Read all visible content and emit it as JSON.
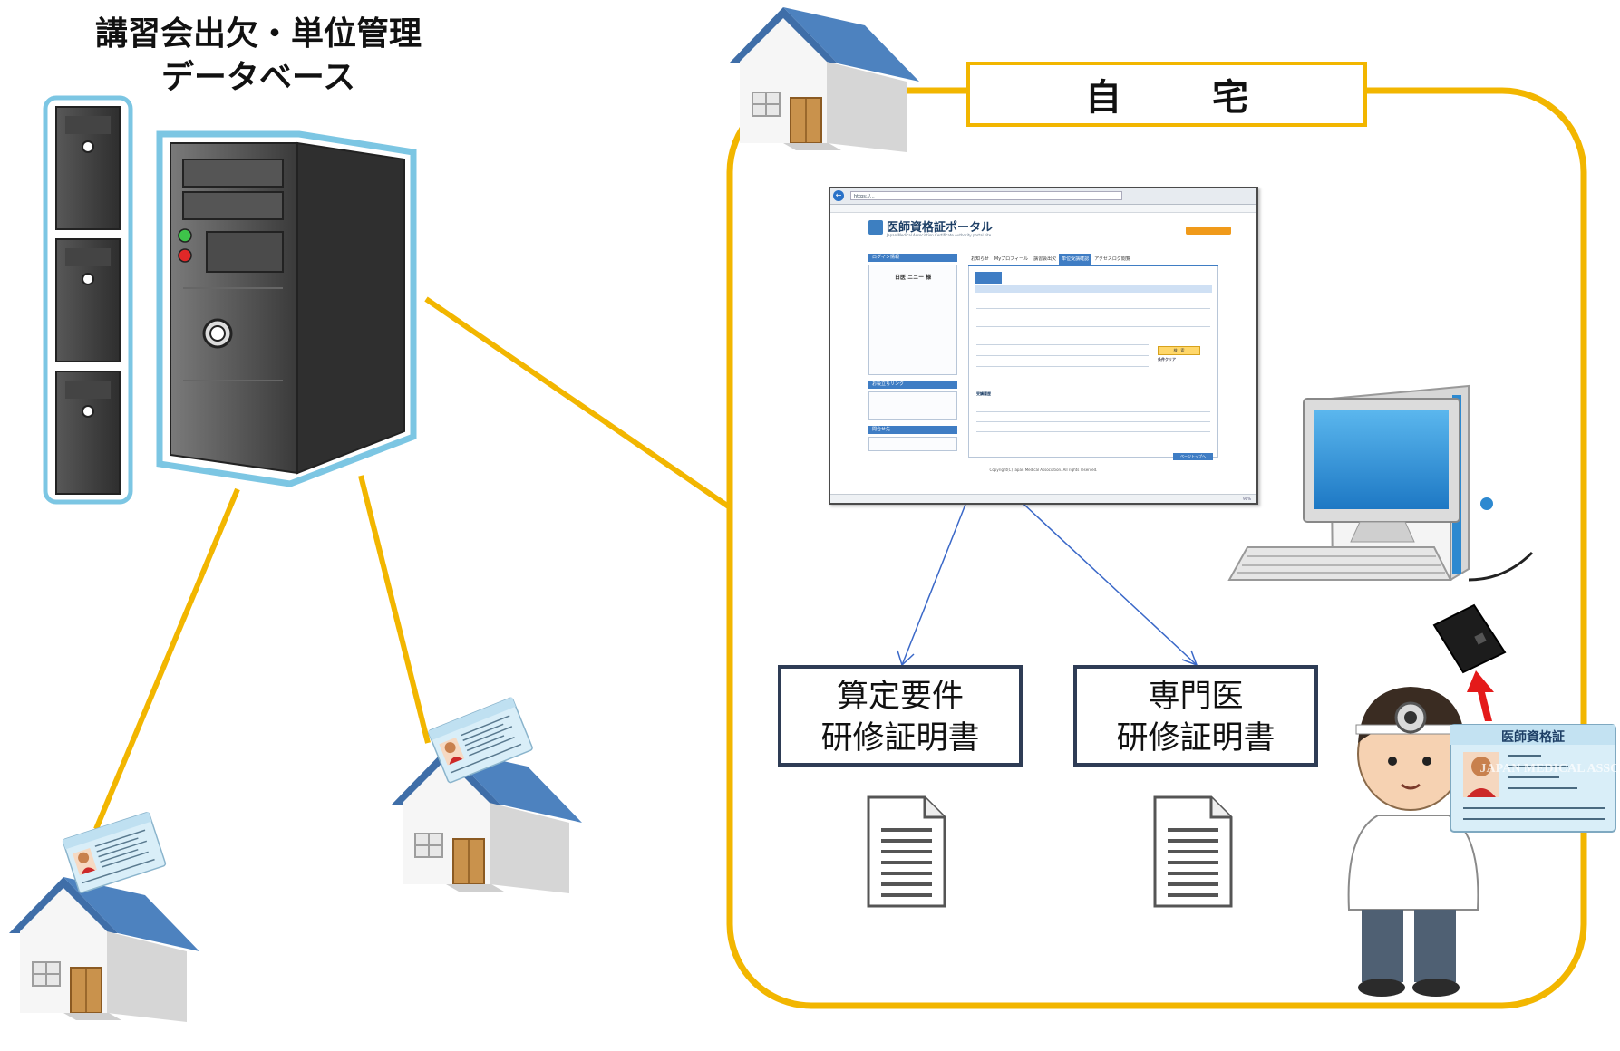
{
  "database": {
    "title_line1": "講習会出欠・単位管理",
    "title_line2": "データベース"
  },
  "home": {
    "label": "自　宅"
  },
  "certificates": [
    {
      "line1": "算定要件",
      "line2": "研修証明書"
    },
    {
      "line1": "専門医",
      "line2": "研修証明書"
    }
  ],
  "portal": {
    "site_title": "医師資格証ポータル",
    "site_subtitle": "Japan Medical Association Certificate Authority portal site",
    "address": "https://...",
    "tabs": [
      "お知らせ",
      "Myプロフィール",
      "講習会出欠",
      "単位受講確認",
      "アクセスログ閲覧"
    ],
    "active_tab": 3,
    "side_login_header": "ログイン情報",
    "side_name": "日医 ニニー 様",
    "side_links_header": "お役立ちリンク",
    "side_support_header": "問合せ先",
    "section_title": "受講履歴",
    "search_button": "検　索",
    "clear_button": "条件クリア",
    "footer": "Copyright(C) Japan Medical Association. All rights reserved.",
    "page_top": "ページトップへ",
    "zoom": "90%"
  },
  "colors": {
    "line": "#f2b600",
    "server_outline": "#7cc6e3",
    "house_roof": "#3f6ea8",
    "house_wall": "#f3f3f3",
    "door": "#c9924c",
    "arrow": "#3a68c8",
    "red_arrow": "#e41a1a",
    "cert_border": "#2e3c55"
  },
  "id_card": {
    "title": "医師資格証",
    "watermark": "JAPAN MEDICAL ASSOCIATION"
  }
}
